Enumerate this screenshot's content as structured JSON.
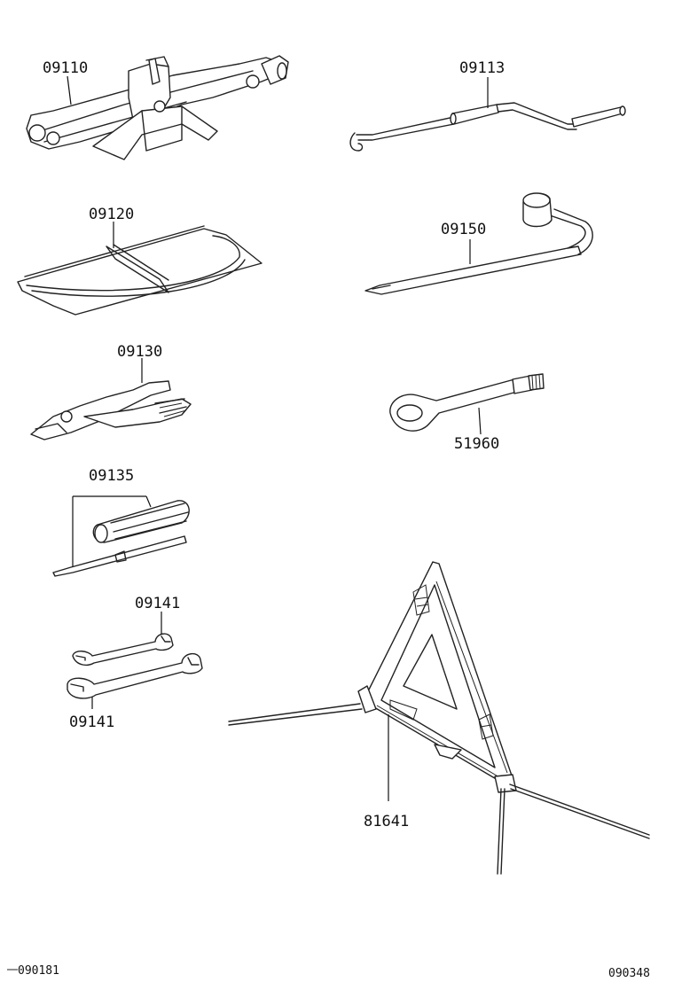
{
  "parts": [
    {
      "id": "jack",
      "label": "09110"
    },
    {
      "id": "jack-handle",
      "label": "09113"
    },
    {
      "id": "tool-bag",
      "label": "09120"
    },
    {
      "id": "wheel-nut-wrench",
      "label": "09150"
    },
    {
      "id": "pliers",
      "label": "09130"
    },
    {
      "id": "towing-eye",
      "label": "51960"
    },
    {
      "id": "screwdriver",
      "label": "09135"
    },
    {
      "id": "wrench-small",
      "label": "09141"
    },
    {
      "id": "wrench-large",
      "label": "09141"
    },
    {
      "id": "warning-triangle",
      "label": "81641"
    }
  ],
  "footer": {
    "left_code": "090181",
    "right_code": "090348"
  }
}
